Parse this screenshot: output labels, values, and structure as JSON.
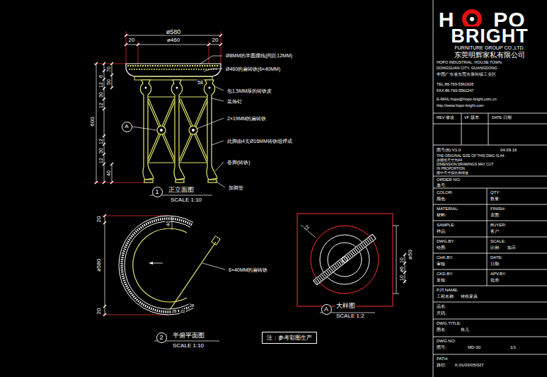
{
  "diagram": {
    "nodes": [
      {
        "text": [
          "A"
        ]
      },
      {
        "text": [
          "1"
        ]
      },
      {
        "text": [
          "2"
        ]
      },
      {
        "text": [
          "注：参考彩图生产"
        ]
      },
      {
        "text": [
          "A"
        ]
      }
    ],
    "labels": [
      "ø580",
      "20",
      "ø460",
      "20",
      "70",
      "50",
      "6",
      "12",
      "30",
      "12",
      "600",
      "12",
      "30",
      "12",
      "40",
      "58",
      "Ø8MM的半圆腰线(间距12MM)",
      "Ø460的扁铸铁(6×40MM)",
      "包1.5MM厚的铸铁皮",
      "装饰钉",
      "2×19MM的扁铸铁",
      "此脚由4支Ø16MM铸铁组焊成",
      "卷脚(铸铁)",
      "加脚垫",
      "正立面图",
      "SCALE 1:10",
      "ø580",
      "20",
      "20",
      "40",
      "6×40MM的扁铸铁",
      "28",
      "22",
      "28",
      "半俯平面图",
      "SCALE 1:10",
      "12",
      "ø50",
      "10",
      "ø6",
      "10",
      "大样图",
      "SCALE 1:2",
      "H",
      "PO",
      "BRIGHT",
      "FURNITURE GROUP CO.,LTD.",
      "东莞明辉家私有限公司",
      "HOPO INDUSTRIAL, HOUJIE TOWN,",
      "DONGGUAN CITY, GUANGDONG",
      "中国广东省东莞市厚街镇工业区",
      "TEL:86-769-5561928",
      "FAX:86-769-5561247",
      "E-MAIL:hopo@hopo-bright.com.cn",
      "http://www.hopo-bright.com",
      "REV 修改",
      "VF 版本",
      "DATE 日期",
      "图号(B):V1.0",
      "04.09.16",
      "THE ORIGINAL SIZE OF THIS DWG IS A4",
      "原图纸尺寸为A4",
      "DIMENSION DRAWINGS MAY CUT",
      "IN PROPORTION",
      "图中尺寸按比例缩放",
      "ORDER NO:",
      "单号:",
      "COLOR:",
      "QTY:",
      "颜色:",
      "数量:",
      "MATERIAL:",
      "FINISH:",
      "材料:",
      "表面:",
      "SAMPLE:",
      "BUYER:",
      "样品:",
      "客户:",
      "DWG.BY:",
      "SCALE:",
      "绘图:",
      "比例:",
      "如示",
      "CHK.BY:",
      "DATE:",
      "审核:",
      "日期:",
      "CKD.BY:",
      "APV.BY:",
      "复核:",
      "批准:",
      "PJT.NAME:",
      "工程名称:",
      "铸铁家具",
      "品名:",
      "尺码:",
      "DWG.TITLE:",
      "图名:",
      "角几",
      "DWG.NO:",
      "图号:",
      "MD-30",
      "1/1",
      "PATH:",
      "路径:",
      "K:01/03/05/027"
    ]
  }
}
